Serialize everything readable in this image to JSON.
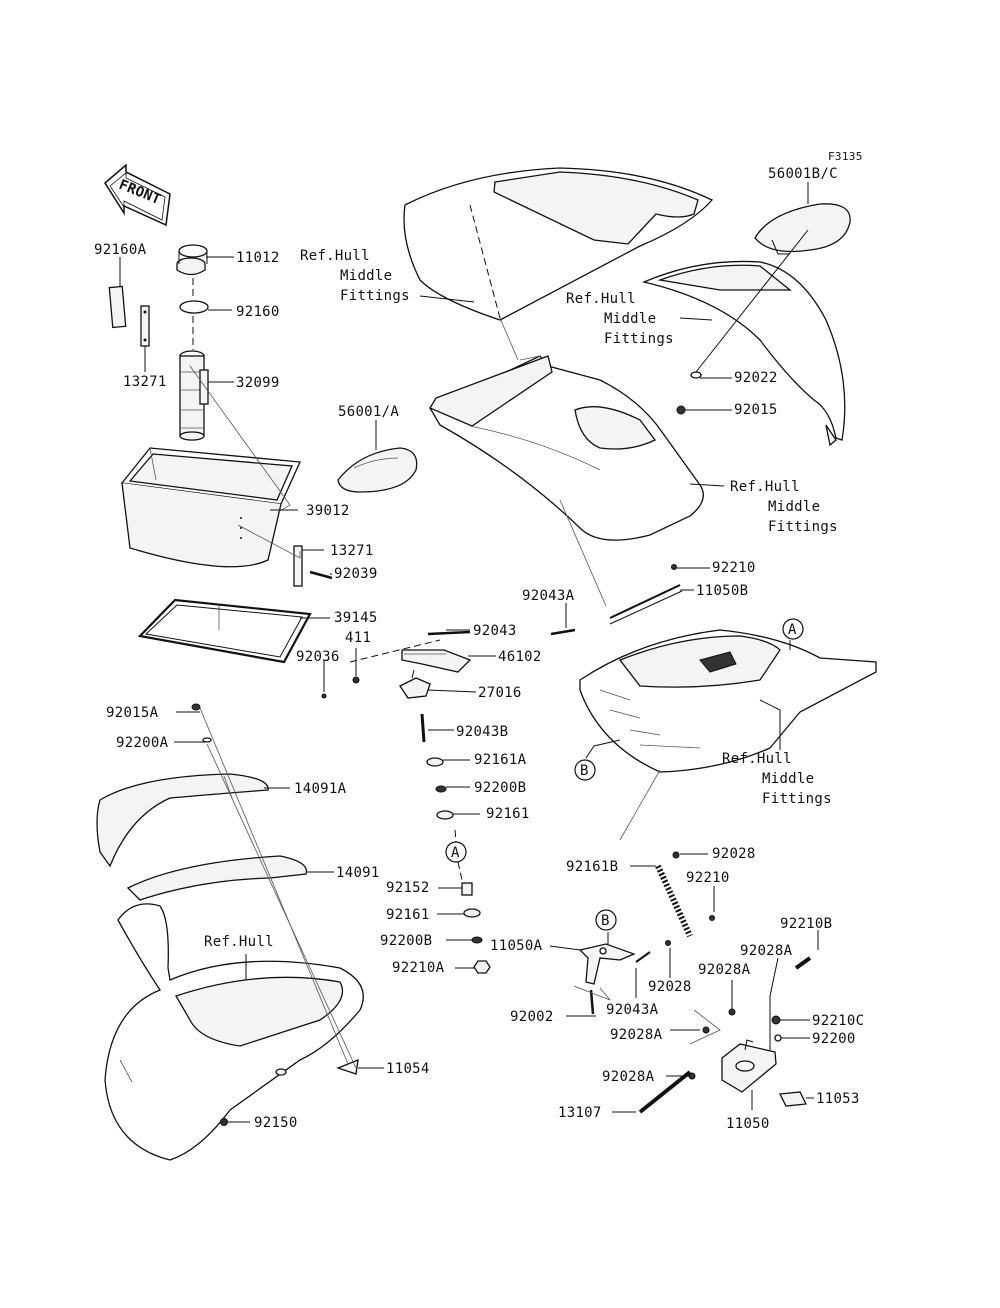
{
  "figure_code": "F3135",
  "front_label": "FRONT",
  "labels": {
    "l_92160A": "92160A",
    "l_11012": "11012",
    "l_92160": "92160",
    "l_13271a": "13271",
    "l_32099": "32099",
    "l_39012": "39012",
    "l_13271b": "13271",
    "l_92039": "92039",
    "l_39145": "39145",
    "l_411": "411",
    "l_92036": "92036",
    "l_92043": "92043",
    "l_46102": "46102",
    "l_27016": "27016",
    "l_92043B": "92043B",
    "l_92161A": "92161A",
    "l_92200B_a": "92200B",
    "l_92161_a": "92161",
    "l_A_c1": "A",
    "l_92152": "92152",
    "l_92161_b": "92161",
    "l_92200B_b": "92200B",
    "l_92210A": "92210A",
    "l_56001A": "56001/A",
    "l_56001BC": "56001B/C",
    "l_92022": "92022",
    "l_92015": "92015",
    "l_92210_a": "92210",
    "l_11050B": "11050B",
    "l_92043A_a": "92043A",
    "l_A_c2": "A",
    "l_B_c1": "B",
    "l_92015A": "92015A",
    "l_92200A": "92200A",
    "l_14091A": "14091A",
    "l_14091": "14091",
    "l_11054": "11054",
    "l_92150": "92150",
    "l_92161B": "92161B",
    "l_92028_a": "92028",
    "l_92210_b": "92210",
    "l_B_c2": "B",
    "l_11050A": "11050A",
    "l_92028_b": "92028",
    "l_92043A_b": "92043A",
    "l_92002": "92002",
    "l_92028A_a": "92028A",
    "l_92028A_b": "92028A",
    "l_92210B": "92210B",
    "l_92028A_c": "92028A",
    "l_92210C": "92210C",
    "l_92200": "92200",
    "l_92028A_d": "92028A",
    "l_11053": "11053",
    "l_13107": "13107",
    "l_11050": "11050"
  },
  "ref_labels": {
    "hull1": [
      "Ref.Hull",
      "Middle",
      "Fittings"
    ],
    "hull2": [
      "Ref.Hull",
      "Middle",
      "Fittings"
    ],
    "hull3": [
      "Ref.Hull",
      "Middle",
      "Fittings"
    ],
    "hull4": [
      "Ref.Hull",
      "Middle",
      "Fittings"
    ],
    "hull5": "Ref.Hull"
  }
}
